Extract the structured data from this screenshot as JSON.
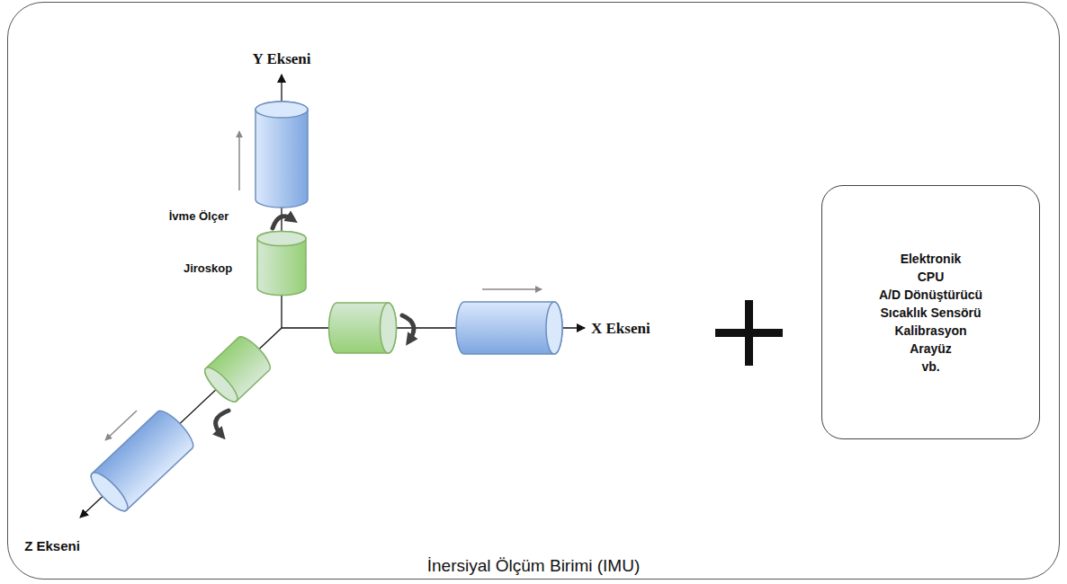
{
  "diagram": {
    "nodes": [
      {
        "text": [
          "İnersiyal Ölçüm Birimi (IMU)"
        ]
      },
      {
        "text": [
          "Elektronik",
          "CPU",
          "A/D Dönüştürücü",
          "Sıcaklık Sensörü",
          "Kalibrasyon",
          "Arayüz",
          "vb."
        ],
        "in": 0
      }
    ],
    "labels": [
      "Y Ekseni",
      "İvme Ölçer",
      "Jiroskop",
      "X Ekseni",
      "Z Ekseni"
    ]
  }
}
